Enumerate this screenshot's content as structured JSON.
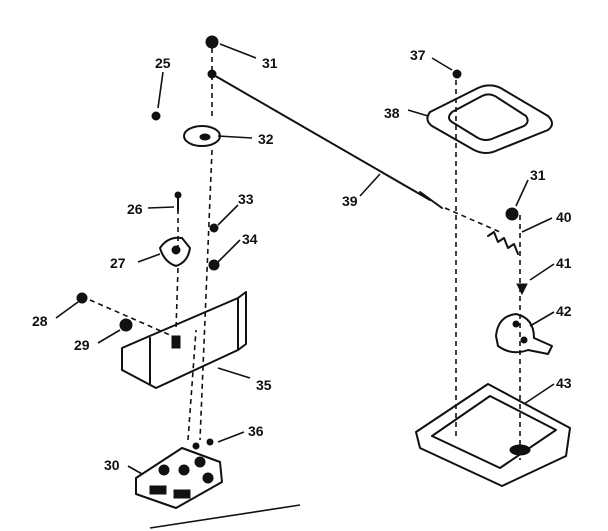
{
  "diagram": {
    "callouts": {
      "p25": "25",
      "p26": "26",
      "p27": "27",
      "p28": "28",
      "p29": "29",
      "p30": "30",
      "p31a": "31",
      "p31b": "31",
      "p32": "32",
      "p33": "33",
      "p34": "34",
      "p35": "35",
      "p36": "36",
      "p37": "37",
      "p38": "38",
      "p39": "39",
      "p40": "40",
      "p41": "41",
      "p42": "42",
      "p43": "43"
    }
  }
}
